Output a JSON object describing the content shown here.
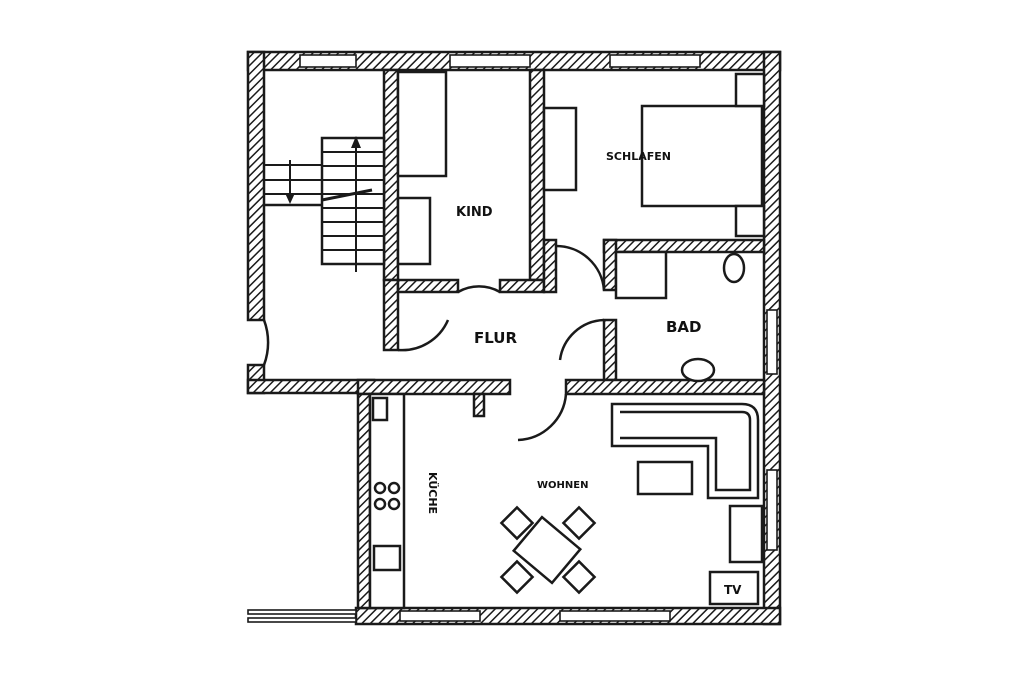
{
  "rooms": {
    "kind": "KIND",
    "schlafen": "SCHLAFEN",
    "flur": "FLUR",
    "bad": "BAD",
    "wohnen": "WOHNEN",
    "kueche": "KÜCHE"
  },
  "fixtures": {
    "tv": "TV"
  }
}
